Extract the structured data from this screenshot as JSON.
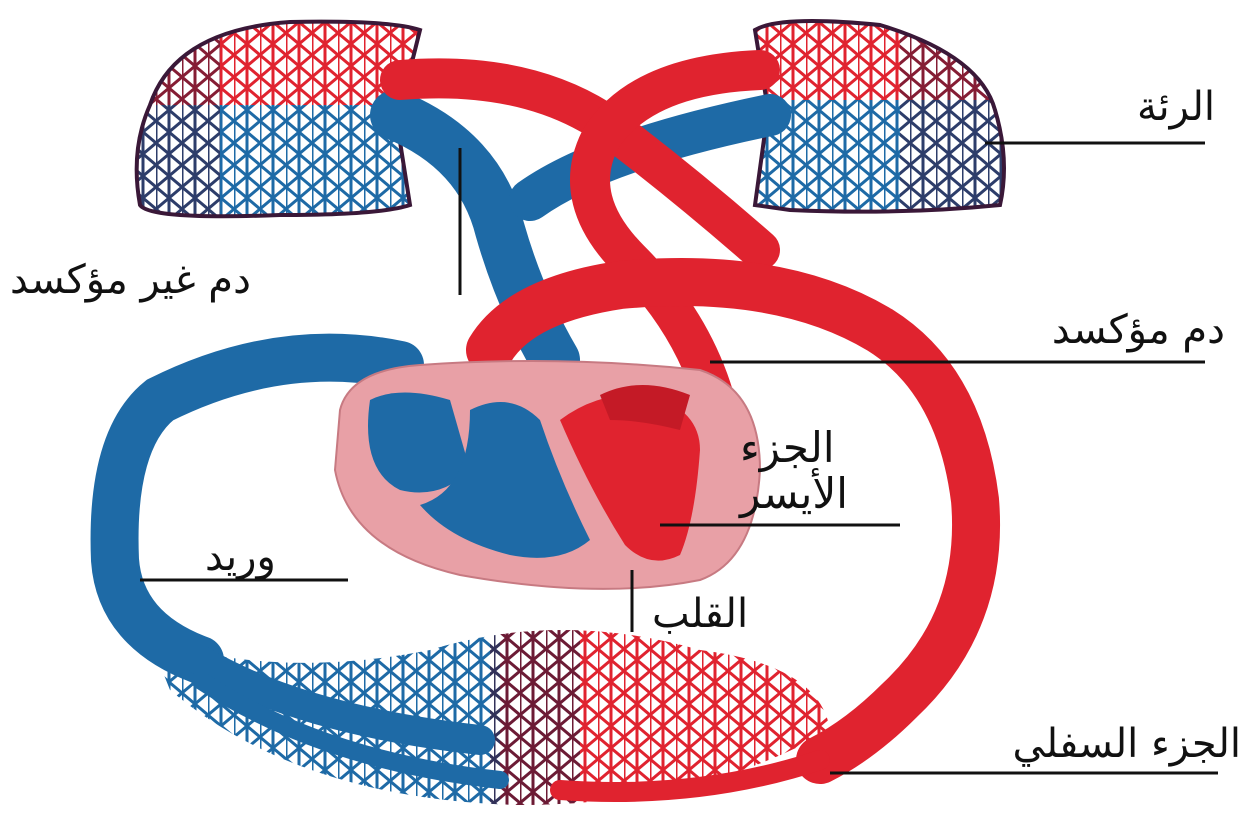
{
  "labels": {
    "lung": "الرئة",
    "deoxygenated_blood": "دم غير مؤكسد",
    "oxygenated_blood": "دم مؤكسد",
    "left_part_line1": "الجزء",
    "left_part_line2": "الأيسر",
    "vein": "وريد",
    "heart": "القلب",
    "lower_part": "الجزء السفلي"
  },
  "colors": {
    "oxygenated": "#e0232f",
    "deoxygenated": "#1e6aa6",
    "heart_tissue": "#e8a0a6",
    "capillary_outline": "#3a1838",
    "leader_line": "#111111"
  }
}
